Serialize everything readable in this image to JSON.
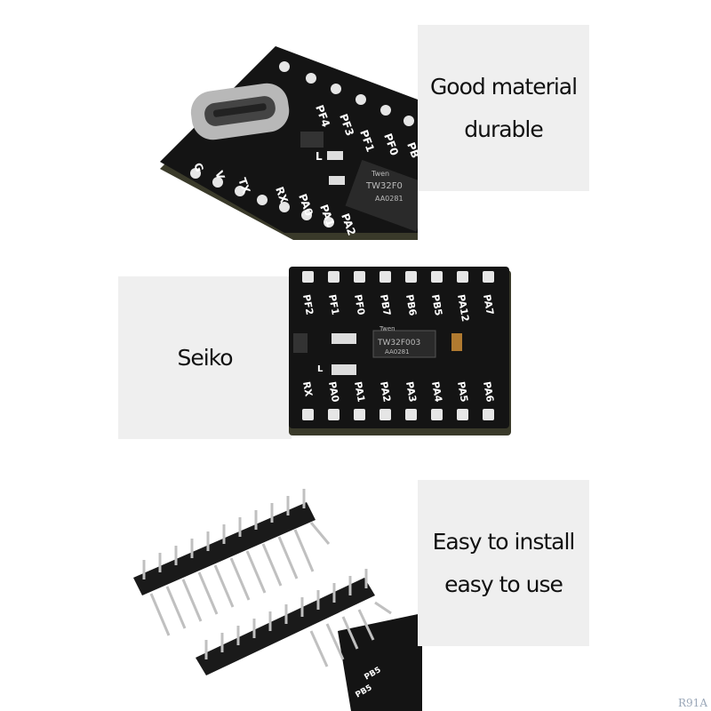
{
  "panels": [
    {
      "lines": [
        "Good material",
        "durable"
      ]
    },
    {
      "lines": [
        "Seiko"
      ]
    },
    {
      "lines": [
        "Easy to install",
        "easy to use"
      ]
    }
  ],
  "board_top": {
    "pin_labels": [
      "G",
      "V",
      "TX",
      "RX",
      "PA0",
      "PA1",
      "PA2",
      "PF4",
      "PF3",
      "PF1",
      "PF0",
      "PB"
    ],
    "chip_text": [
      "Twen",
      "TW32F0",
      "AA0281"
    ],
    "led_label": "L"
  },
  "board_middle": {
    "top_pins": [
      "PF2",
      "PF1",
      "PF0",
      "PB7",
      "PB6",
      "PB5",
      "PA12",
      "PA7"
    ],
    "bottom_pins": [
      "RX",
      "PA0",
      "PA1",
      "PA2",
      "PA3",
      "PA4",
      "PA5",
      "PA6"
    ],
    "chip_text": [
      "Twen",
      "TW32F003",
      "AA0281"
    ],
    "led_label": "L"
  },
  "board_bottom": {
    "pin_labels": [
      "PB5",
      "PB5"
    ]
  },
  "watermark": "R91A",
  "colors": {
    "pcb": "#141414",
    "pad": "#e6e6e6",
    "panel_bg": "#efefef",
    "edge": "#4a4a3a"
  }
}
